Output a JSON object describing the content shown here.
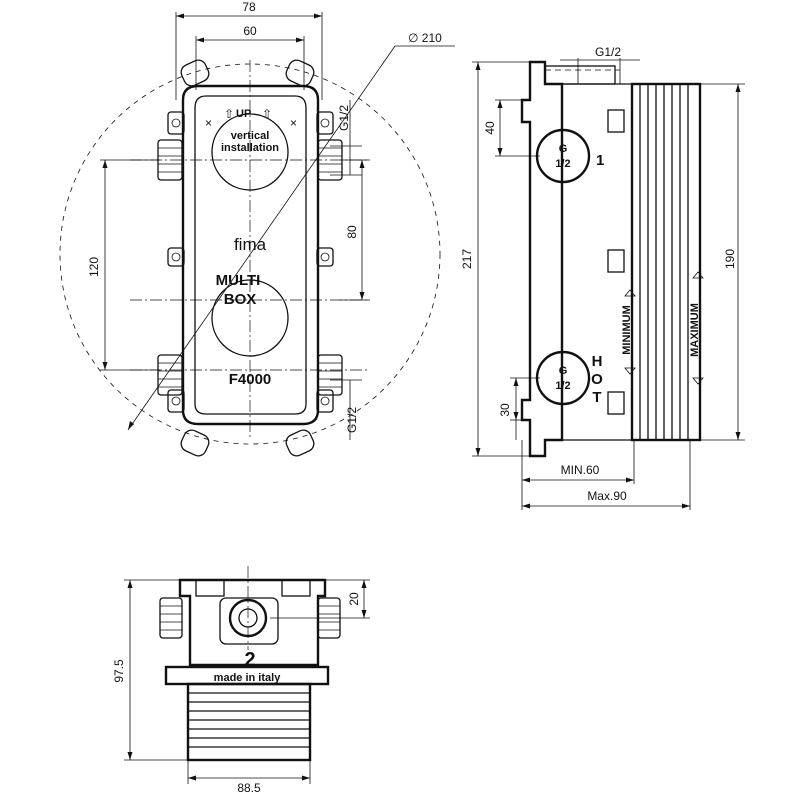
{
  "front_view": {
    "dim_top_overall": "78",
    "dim_top_inner": "60",
    "dim_diameter": "∅ 210",
    "dim_thread_top": "G1/2",
    "dim_thread_bottom": "G1/2",
    "dim_vertical_center": "80",
    "dim_vertical_outer": "120",
    "up_label": "UP",
    "up_arrow_left": "⇧",
    "up_arrow_right": "⇧",
    "note_line1": "vertical",
    "note_line2": "installation",
    "brand": "fima",
    "product_line1": "MULTI",
    "product_line2": "BOX",
    "model": "F4000"
  },
  "side_view": {
    "dim_thread": "G1/2",
    "dim_top_offset": "40",
    "dim_height": "217",
    "dim_body_height": "190",
    "dim_bottom_offset": "30",
    "dim_min_depth": "MIN.60",
    "dim_max_depth": "Max.90",
    "port1_letter": "G",
    "port1_size": "1/2",
    "port1_number": "1",
    "port2_letter": "G",
    "port2_size": "1/2",
    "hot_h": "H",
    "hot_o": "O",
    "hot_t": "T",
    "minimum_label": "MINIMUM",
    "maximum_label": "MAXIMUM"
  },
  "bottom_view": {
    "dim_top": "20",
    "dim_height": "97.5",
    "dim_width": "88.5",
    "port_number": "2",
    "origin_note": "made in italy"
  }
}
